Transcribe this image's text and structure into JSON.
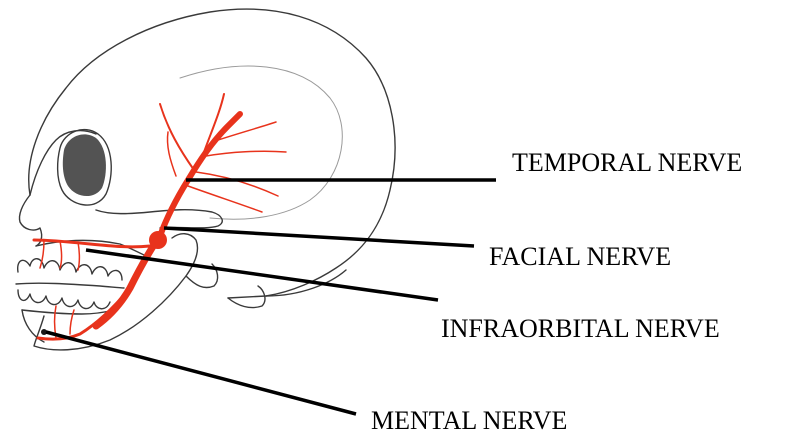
{
  "labels": {
    "temporal": "TEMPORAL NERVE",
    "facial": "FACIAL NERVE",
    "infraorbital": "INFRAORBITAL NERVE",
    "mental": "MENTAL NERVE"
  },
  "colors": {
    "nerve": "#e8331c",
    "outline": "#3a3a3a",
    "leader": "#000000",
    "shading": "#1a1a1a"
  }
}
